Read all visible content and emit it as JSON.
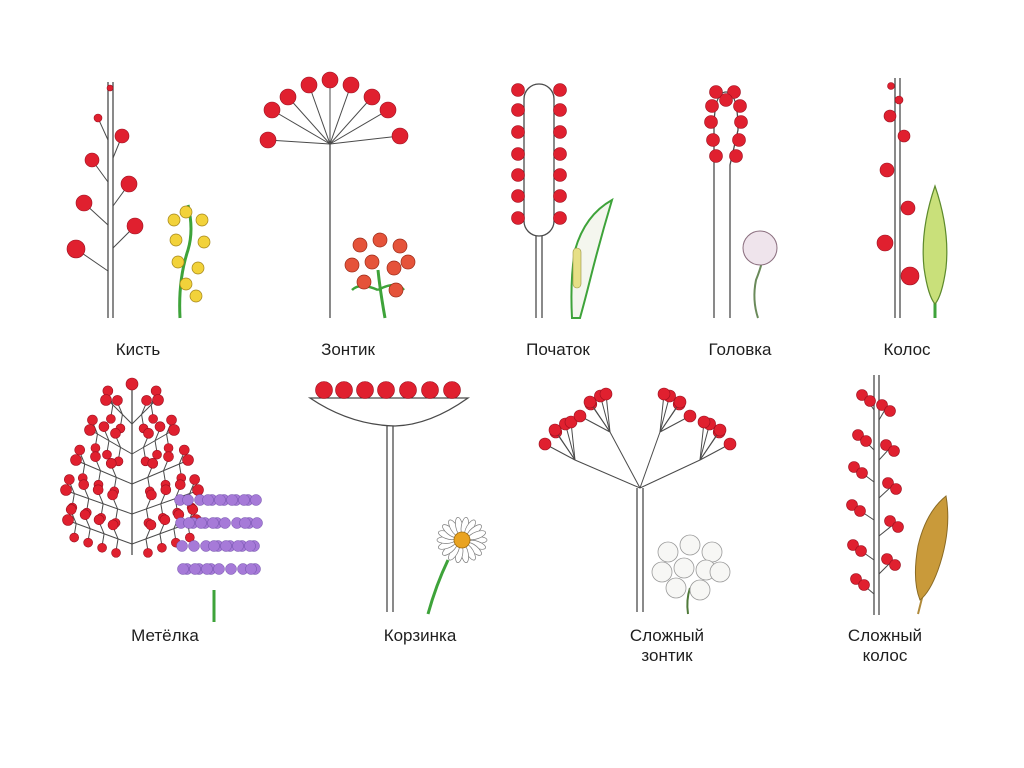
{
  "colors": {
    "flower": "#e0202f",
    "flower_stroke": "#9b1020",
    "stem": "#4a4a4a",
    "plant_green": "#3ea33a",
    "yellow": "#f2d23a",
    "lilac": "#a67ad8",
    "wheat": "#c99a3a"
  },
  "icons": [
    "raceme-schematic",
    "umbel-schematic",
    "spadix-schematic",
    "capitulum-schematic",
    "spike-schematic",
    "panicle-schematic",
    "basket-schematic",
    "compound-umbel-schematic",
    "compound-spike-schematic"
  ],
  "labels": {
    "kist": "Кисть",
    "zontik": "Зонтик",
    "pochatok": "Початок",
    "golovka": "Головка",
    "kolos": "Колос",
    "metelka": "Метёлка",
    "korzinka": "Корзинка",
    "slozhny_zontik": "Сложный\nзонтик",
    "slozhny_kolos": "Сложный\nколос"
  }
}
